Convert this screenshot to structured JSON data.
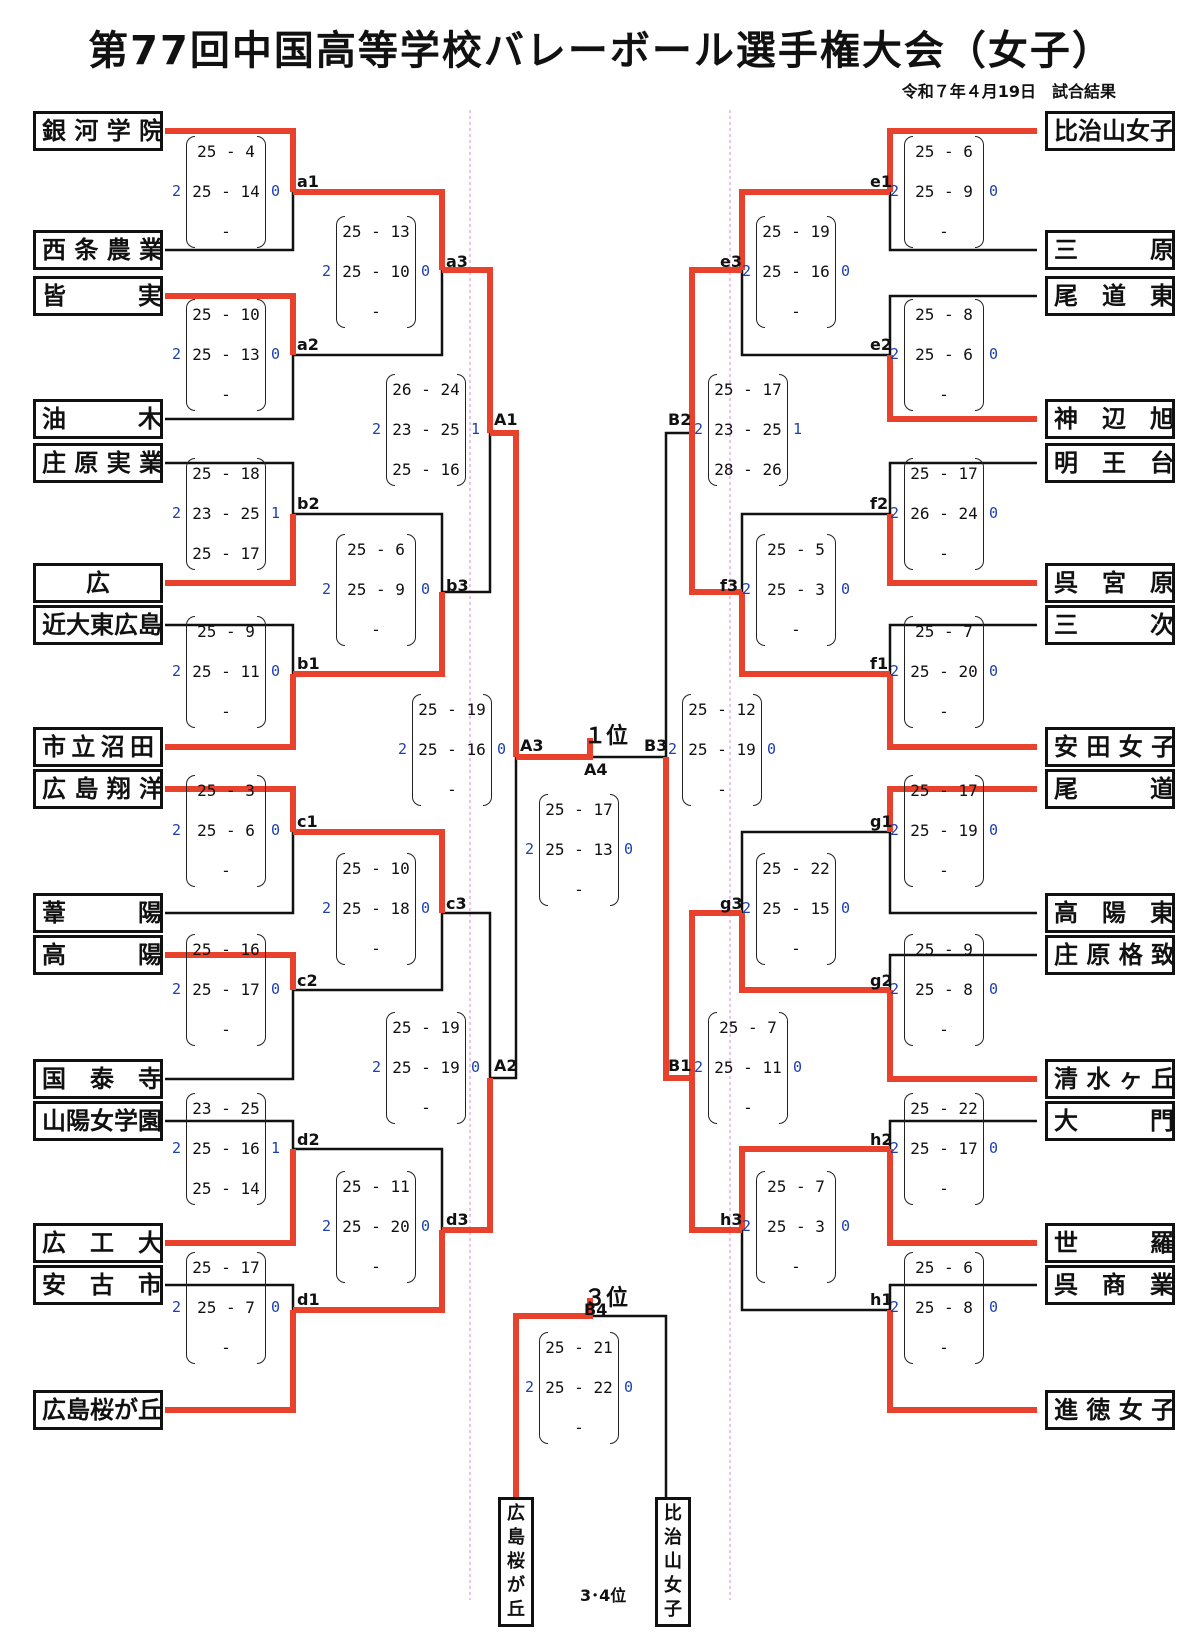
{
  "title": "第77回中国高等学校バレーボール選手権大会（女子）",
  "date_label": "令和７年４月19日　試合結果",
  "colors": {
    "win_line": "#e8412c",
    "line": "#111111",
    "score_side": "#1a3fb0"
  },
  "left_teams": [
    "銀 河 学 院",
    "西 条 農 業",
    "皆　　　実",
    "油　　　木",
    "庄 原 実 業",
    "広",
    "近大東広島",
    "市立沼田",
    "広 島 翔 洋",
    "葦　　　陽",
    "高　　　陽",
    "国　泰　寺",
    "山陽女学園",
    "広　工　大",
    "安　古　市",
    "広島桜が丘"
  ],
  "right_teams": [
    "比治山女子",
    "三　　　原",
    "尾　道　東",
    "神　辺　旭",
    "明　王　台",
    "呉　宮　原",
    "三　　　次",
    "安 田 女 子",
    "尾　　　道",
    "高　陽　東",
    "庄 原 格 致",
    "清 水 ヶ 丘",
    "大　　　門",
    "世　　　羅",
    "呉　商　業",
    "進 徳 女 子"
  ],
  "match_labels": {
    "a1": "a1",
    "a2": "a2",
    "a3": "a3",
    "b1": "b1",
    "b2": "b2",
    "b3": "b3",
    "c1": "c1",
    "c2": "c2",
    "c3": "c3",
    "d1": "d1",
    "d2": "d2",
    "d3": "d3",
    "e1": "e1",
    "e2": "e2",
    "e3": "e3",
    "f1": "f1",
    "f2": "f2",
    "f3": "f3",
    "g1": "g1",
    "g2": "g2",
    "g3": "g3",
    "h1": "h1",
    "h2": "h2",
    "h3": "h3",
    "A1": "A1",
    "A2": "A2",
    "A3": "A3",
    "A4": "A4",
    "B1": "B1",
    "B2": "B2",
    "B3": "B3",
    "B4": "B4"
  },
  "scores": {
    "a1": {
      "sets": [
        "25 - 4",
        "25 - 14",
        "-"
      ],
      "l": "2",
      "r": "0"
    },
    "a2": {
      "sets": [
        "25 - 10",
        "25 - 13",
        "-"
      ],
      "l": "2",
      "r": "0"
    },
    "b2": {
      "sets": [
        "25 - 18",
        "23 - 25",
        "25 - 17"
      ],
      "l": "2",
      "r": "1"
    },
    "b1": {
      "sets": [
        "25 - 9",
        "25 - 11",
        "-"
      ],
      "l": "2",
      "r": "0"
    },
    "c1": {
      "sets": [
        "25 - 3",
        "25 - 6",
        "-"
      ],
      "l": "2",
      "r": "0"
    },
    "c2": {
      "sets": [
        "25 - 16",
        "25 - 17",
        "-"
      ],
      "l": "2",
      "r": "0"
    },
    "d2": {
      "sets": [
        "23 - 25",
        "25 - 16",
        "25 - 14"
      ],
      "l": "2",
      "r": "1"
    },
    "d1": {
      "sets": [
        "25 - 17",
        "25 - 7",
        "-"
      ],
      "l": "2",
      "r": "0"
    },
    "a3": {
      "sets": [
        "25 - 13",
        "25 - 10",
        "-"
      ],
      "l": "2",
      "r": "0"
    },
    "b3": {
      "sets": [
        "25 - 6",
        "25 - 9",
        "-"
      ],
      "l": "2",
      "r": "0"
    },
    "c3": {
      "sets": [
        "25 - 10",
        "25 - 18",
        "-"
      ],
      "l": "2",
      "r": "0"
    },
    "d3": {
      "sets": [
        "25 - 11",
        "25 - 20",
        "-"
      ],
      "l": "2",
      "r": "0"
    },
    "A1": {
      "sets": [
        "26 - 24",
        "23 - 25",
        "25 - 16"
      ],
      "l": "2",
      "r": "1"
    },
    "A2": {
      "sets": [
        "25 - 19",
        "25 - 19",
        "-"
      ],
      "l": "2",
      "r": "0"
    },
    "A3": {
      "sets": [
        "25 - 19",
        "25 - 16",
        "-"
      ],
      "l": "2",
      "r": "0"
    },
    "e1": {
      "sets": [
        "25 - 6",
        "25 - 9",
        "-"
      ],
      "l": "2",
      "r": "0"
    },
    "e2": {
      "sets": [
        "25 - 8",
        "25 - 6",
        "-"
      ],
      "l": "2",
      "r": "0"
    },
    "f2": {
      "sets": [
        "25 - 17",
        "26 - 24",
        "-"
      ],
      "l": "2",
      "r": "0"
    },
    "f1": {
      "sets": [
        "25 - 7",
        "25 - 20",
        "-"
      ],
      "l": "2",
      "r": "0"
    },
    "g1": {
      "sets": [
        "25 - 17",
        "25 - 19",
        "-"
      ],
      "l": "2",
      "r": "0"
    },
    "g2": {
      "sets": [
        "25 - 9",
        "25 - 8",
        "-"
      ],
      "l": "2",
      "r": "0"
    },
    "h2": {
      "sets": [
        "25 - 22",
        "25 - 17",
        "-"
      ],
      "l": "2",
      "r": "0"
    },
    "h1": {
      "sets": [
        "25 - 6",
        "25 - 8",
        "-"
      ],
      "l": "2",
      "r": "0"
    },
    "e3": {
      "sets": [
        "25 - 19",
        "25 - 16",
        "-"
      ],
      "l": "2",
      "r": "0"
    },
    "f3": {
      "sets": [
        "25 - 5",
        "25 - 3",
        "-"
      ],
      "l": "2",
      "r": "0"
    },
    "g3": {
      "sets": [
        "25 - 22",
        "25 - 15",
        "-"
      ],
      "l": "2",
      "r": "0"
    },
    "h3": {
      "sets": [
        "25 - 7",
        "25 - 3",
        "-"
      ],
      "l": "2",
      "r": "0"
    },
    "B2": {
      "sets": [
        "25 - 17",
        "23 - 25",
        "28 - 26"
      ],
      "l": "2",
      "r": "1"
    },
    "B1": {
      "sets": [
        "25 - 7",
        "25 - 11",
        "-"
      ],
      "l": "2",
      "r": "0"
    },
    "B3": {
      "sets": [
        "25 - 12",
        "25 - 19",
        "-"
      ],
      "l": "2",
      "r": "0"
    },
    "A4": {
      "sets": [
        "25 - 17",
        "25 - 13",
        "-"
      ],
      "l": "2",
      "r": "0"
    },
    "B4": {
      "sets": [
        "25 - 21",
        "25 - 22",
        "-"
      ],
      "l": "2",
      "r": "0"
    }
  },
  "rank1_label": "１位",
  "rank3_label": "３位",
  "third_place": {
    "left": "広島桜が丘",
    "right": "比治山女子",
    "caption": "3･4位"
  }
}
